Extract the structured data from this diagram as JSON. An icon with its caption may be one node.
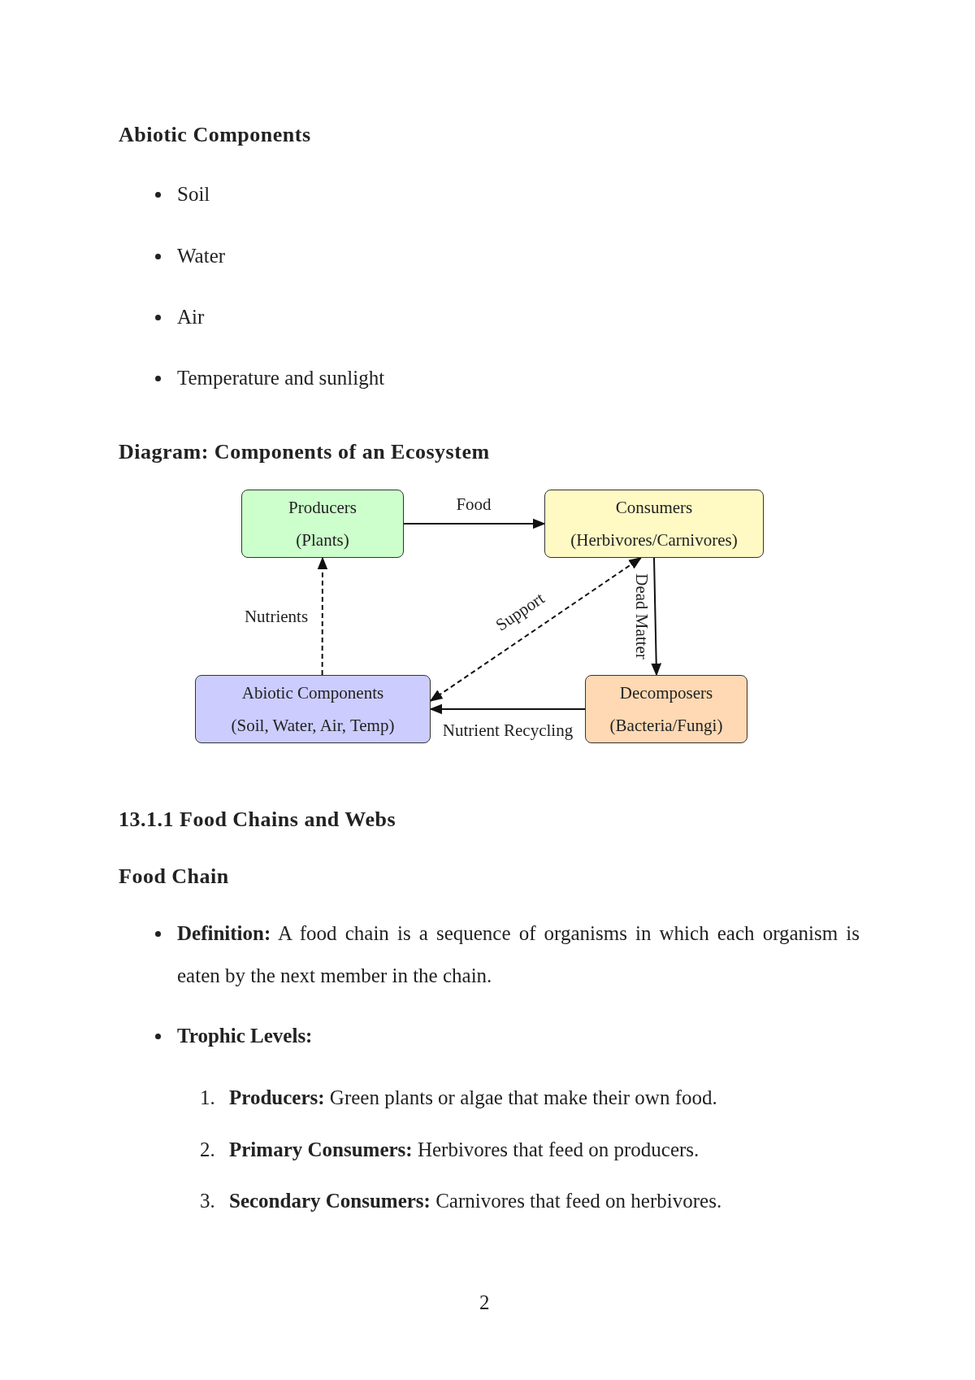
{
  "diagram": {
    "title": "Diagram: Components of an Ecosystem",
    "nodes": [
      {
        "text": [
          "Producers",
          "(Plants)"
        ]
      },
      {
        "text": [
          "Consumers",
          "(Herbivores/Carnivores)"
        ]
      },
      {
        "text": [
          "Abiotic Components",
          "(Soil, Water, Air, Temp)"
        ]
      },
      {
        "text": [
          "Decomposers",
          "(Bacteria/Fungi)"
        ]
      }
    ],
    "edges": [
      {
        "from": 0,
        "to": 1,
        "arrow": "to",
        "label": "Food"
      },
      {
        "from": 1,
        "to": 3,
        "arrow": "to",
        "label": "Dead Matter"
      },
      {
        "from": 3,
        "to": 2,
        "arrow": "to",
        "label": "Nutrient Recycling"
      },
      {
        "from": 2,
        "to": 0,
        "arrow": "to",
        "label": "Nutrients",
        "style": "dashed"
      },
      {
        "from": 2,
        "to": 1,
        "arrow": "both",
        "label": "Support",
        "style": "dashed"
      }
    ],
    "labels": [
      "Abiotic Components",
      "Soil",
      "Water",
      "Air",
      "Temperature and sunlight",
      "13.1.1 Food Chains and Webs",
      "Food Chain",
      "**Definition:** A food chain is a sequence of organisms in which each organism is eaten by the next member in the chain.",
      "Trophic Levels:",
      "1.",
      "**Producers:** Green plants or algae that make their own food.",
      "2.",
      "**Primary Consumers:** Herbivores that feed on producers.",
      "3.",
      "**Secondary Consumers:** Carnivores that feed on herbivores.",
      "2"
    ]
  }
}
